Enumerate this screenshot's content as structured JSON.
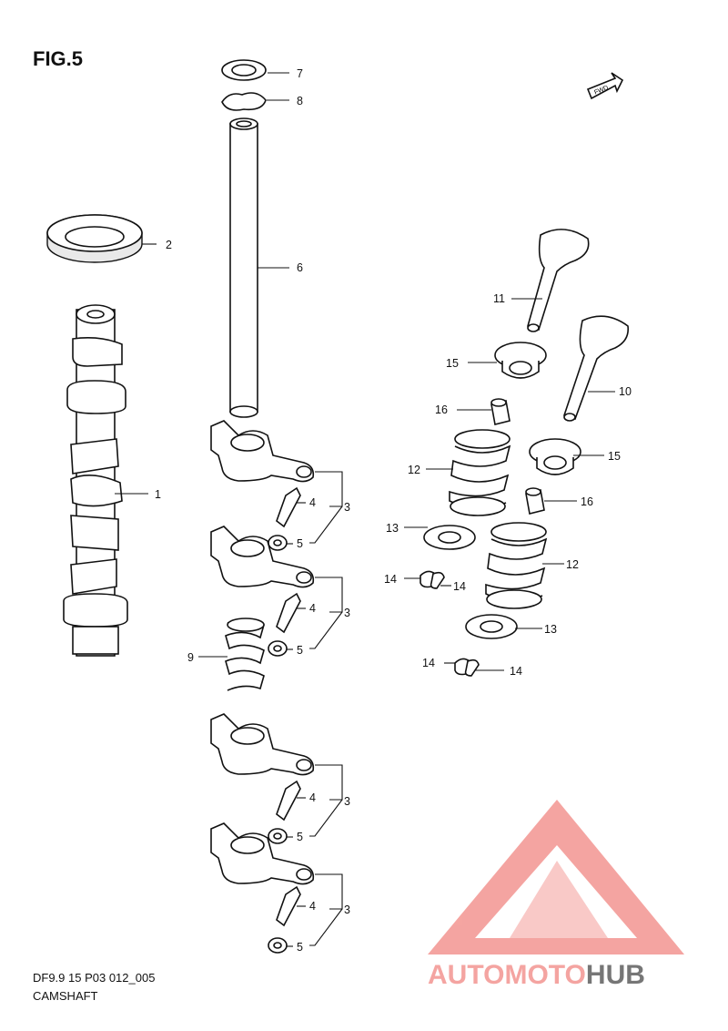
{
  "figure": {
    "title": "FIG.5"
  },
  "footer": {
    "code": "DF9.9 15 P03 012_005",
    "name": "CAMSHAFT"
  },
  "direction_mark": {
    "label": "FWD"
  },
  "callouts": {
    "c1": "1",
    "c2": "2",
    "c3": "3",
    "c4": "4",
    "c5": "5",
    "c6": "6",
    "c7": "7",
    "c8": "8",
    "c9": "9",
    "c10": "10",
    "c11": "11",
    "c12": "12",
    "c13": "13",
    "c14": "14",
    "c15": "15",
    "c16": "16"
  },
  "watermark": {
    "word_part1": "AUTOMOTO",
    "word_part2": "HUB",
    "colors": {
      "triangle": "#f4a09c",
      "auto": "#f9cf8e",
      "moto": "#f4a09c",
      "hub": "#6f6f6f"
    }
  }
}
